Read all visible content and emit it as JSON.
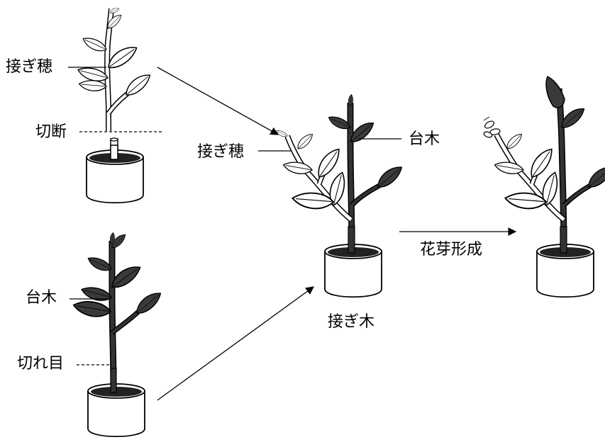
{
  "labels": {
    "scion": "接ぎ穂",
    "cut": "切断",
    "rootstock": "台木",
    "incision": "切れ目",
    "grafted_scion": "接ぎ穂",
    "grafted_rootstock": "台木",
    "grafted_plant": "接ぎ木",
    "flower_bud_formation": "花芽形成"
  },
  "colors": {
    "ink": "#000000",
    "dark_leaf": "#3a3a3a",
    "light_leaf": "#ffffff",
    "soil": "#222222"
  }
}
